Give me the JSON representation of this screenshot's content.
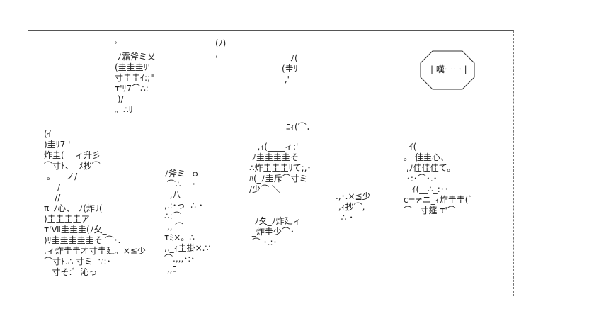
{
  "art": {
    "speech_bubble_text": "| 嘆ーー |",
    "cluster_top_left": "ﾟ\n ﾉ霜斧ミ乂\n(圭圭圭ﾘ'\n寸圭圭ｲ:;\"\nτ'ﾘ7⌒∴:\n )/\n。∴ﾘ",
    "cluster_top_center": "(ﾉ)\n,",
    "cluster_top_right": "＿ﾉ(\n(圭ﾘ\n ,'",
    "cluster_mid_center": "ﾆｨ(⌒．",
    "cluster_left_figure": "(ｲ\n)圭ﾘ7 ' \n炸圭(    ィ升彡\n⌒寸ﾄ、  ﾒ抄⌒\n 。    ノ/\n     /\n    //\nπ_ﾉ心、_ﾉ(炸ﾘ(\n)圭圭圭圭ア\nτ'Ⅶ圭圭圭(ﾉ夂_\n)ﾘ圭圭圭圭圭そ ⌒･.\n.ィ炸圭圭才寸圭廴。×≦少\n⌒寸ﾄ.∴ 寸ミ  ∵:･\n   寸そ:゛沁っ",
    "cluster_mid_left": "ﾉ斧ミ  ｏ\n ⌒∴    ･\n  ,八\n,.:･っ  ∴ ･\n∴:⌒\n ,, ⌒\nτﾐ×。∴_\n,,_ｨ圭掛×.∵\n⌒.,,,･:･\n ,,ﾆ",
    "cluster_center_figure": "   ,ｨ(____ィ:'\n ﾉ圭圭圭圭そ\n∴炸圭圭圭ﾘて;,･\nﾊ(_ﾉ圭斥⌒寸ミ\n/少⌒ ＼\n\n\n  ﾉ夂_ﾉ炸廴ィ\n _炸圭少⌒･\n ⌒ ･.:･",
    "cluster_center_right": ".,･.×≦少\n ,ｨ抄⌒,\n  ∴ ･",
    "cluster_right_figure": "  ｲ(\n。 佳圭心、\n ,ﾉ佳佳佳て。\n ･:･⌒･.･\n   ｲ(__∴_:･･\nc=≠ニ_ｨ炸圭圭(ﾞ\n⌒   寸筵 τ'⌒"
  }
}
